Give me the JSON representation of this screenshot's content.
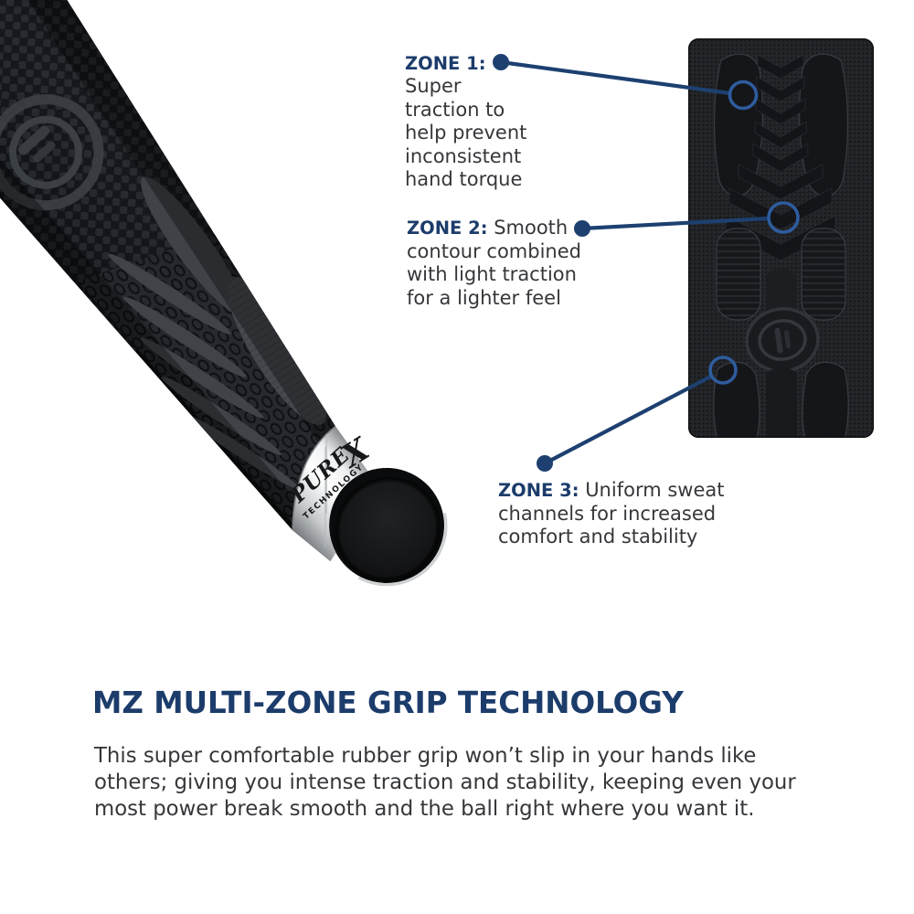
{
  "colors": {
    "background": "#ffffff",
    "navy_text": "#1c3c6b",
    "callout_line": "#1d4070",
    "highlight_circle": "#2e5c9e",
    "body_text": "#35373a",
    "grip_dark": "#1a1c1f",
    "grip_mid": "#43474c",
    "collar_chrome": "#f4f5f6"
  },
  "callouts": [
    {
      "label": "ZONE 1:",
      "text": "\nSuper\ntraction to\nhelp prevent\ninconsistent\nhand torque"
    },
    {
      "label": "ZONE 2:",
      "text": " Smooth\ncontour combined\nwith light traction\nfor a lighter feel"
    },
    {
      "label": "ZONE 3:",
      "text": " Uniform sweat\nchannels for increased\ncomfort and stability"
    }
  ],
  "product": {
    "brand": "PURE",
    "brand_x": "X",
    "brand_sub": "TECHNOLOGY"
  },
  "footer": {
    "title": "MZ MULTI-ZONE GRIP TECHNOLOGY",
    "description": "This super comfortable rubber grip won’t slip in your hands like\nothers; giving you intense traction and stability, keeping even your\nmost power break smooth and the ball right where you want it."
  }
}
